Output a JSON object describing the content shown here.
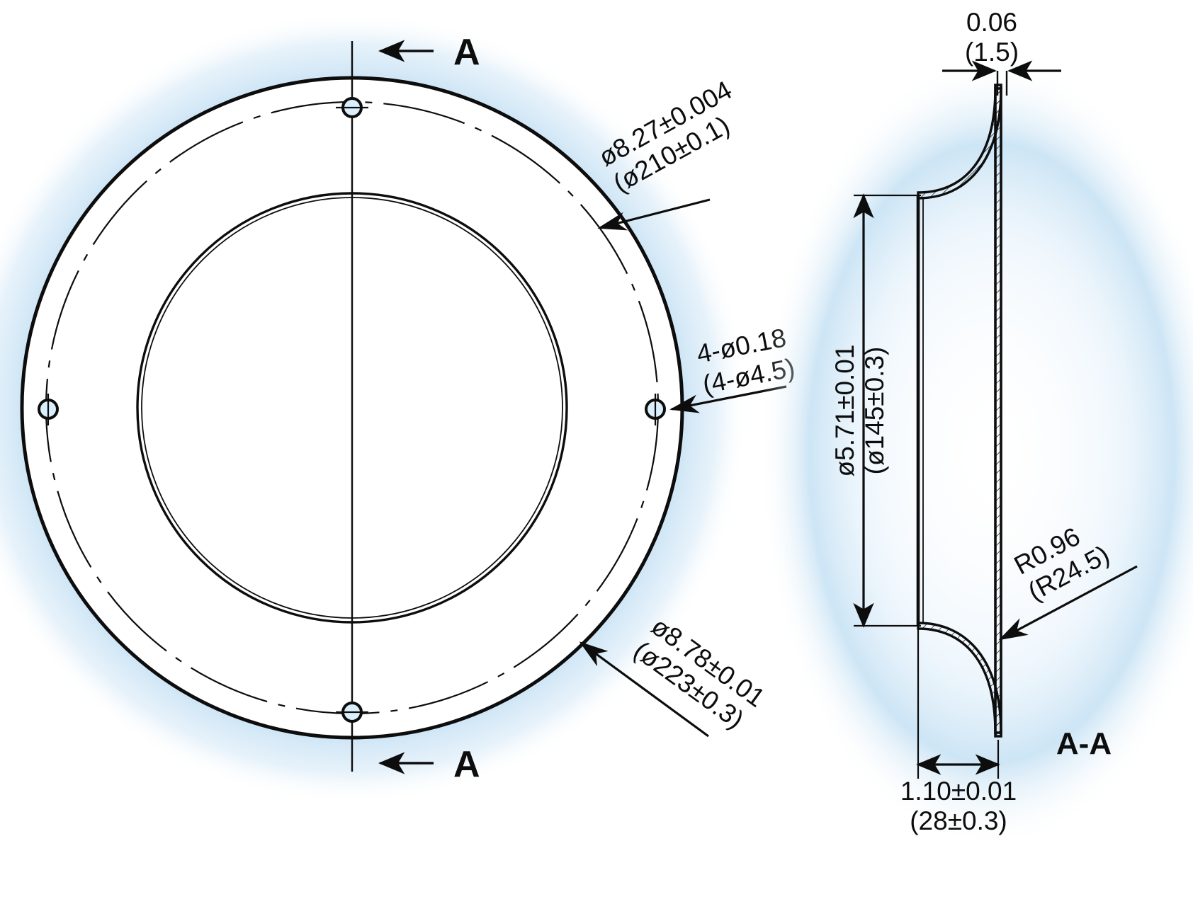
{
  "drawing": {
    "title": "Ring flange part drawing",
    "background_color": "#ffffff",
    "line_color": "#0d0d0d",
    "glow_color": "#bcd9ef",
    "views": {
      "front": {
        "name": "front-view",
        "section_marker_top": "A",
        "section_marker_bottom": "A"
      },
      "section": {
        "name": "section-view",
        "label": "A-A"
      }
    },
    "dimensions": {
      "outer_diameter": {
        "primary": "ø8.78±0.01",
        "secondary": "(ø223±0.3)"
      },
      "bolt_circle_diameter": {
        "primary": "ø8.27±0.004",
        "secondary": "(ø210±0.1)"
      },
      "bolt_holes": {
        "primary": "4-ø0.18",
        "secondary": "(4-ø4.5)"
      },
      "inner_diameter": {
        "primary": "ø5.71±0.01",
        "secondary": "(ø145±0.3)"
      },
      "wall_thickness": {
        "primary": "0.06",
        "secondary": "(1.5)"
      },
      "corner_radius": {
        "primary": "R0.96",
        "secondary": "(R24.5)"
      },
      "overall_depth": {
        "primary": "1.10±0.01",
        "secondary": "(28±0.3)"
      }
    }
  }
}
